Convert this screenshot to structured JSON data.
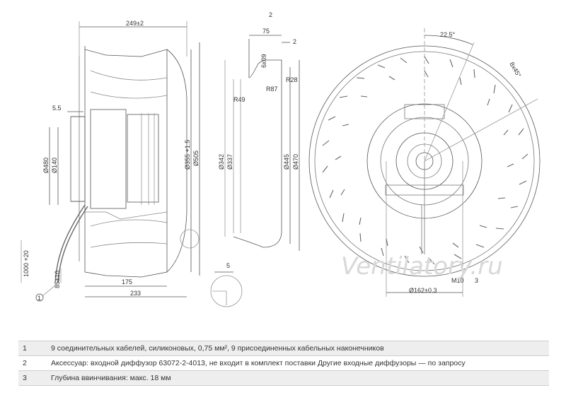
{
  "dimensions": {
    "d249": "249±2",
    "d2_top": "2",
    "d75": "75",
    "d2_right": "2",
    "d6x09": "6x09",
    "r28": "R28",
    "r87": "R87",
    "r49": "R49",
    "d55": "5.5",
    "d480": "Ø480",
    "d140": "Ø140",
    "d355": "Ø355 +1.5",
    "d505": "Ø505",
    "d342": "Ø342",
    "d337": "Ø337",
    "d445": "Ø445",
    "d470": "Ø470",
    "d175": "175",
    "d233": "233",
    "d5": "5",
    "d1000": "1000 +20",
    "d85": "85±10",
    "callout1": "1",
    "angle225": "22.5°",
    "angle8x45": "8x45°",
    "d162": "Ø162±0.3",
    "m10": "M10",
    "callout3": "3"
  },
  "watermark": "Ventilatory.ru",
  "notes": [
    {
      "num": "1",
      "text": "9 соединительных кабелей, силиконовых, 0,75 мм², 9 присоединенных кабельных наконечников"
    },
    {
      "num": "2",
      "text": "Аксессуар: входной диффузор 63072-2-4013, не входит в комплект поставки Другие входные диффузоры — по запросу"
    },
    {
      "num": "3",
      "text": "Глубина ввинчивания: макс. 18 мм"
    }
  ]
}
